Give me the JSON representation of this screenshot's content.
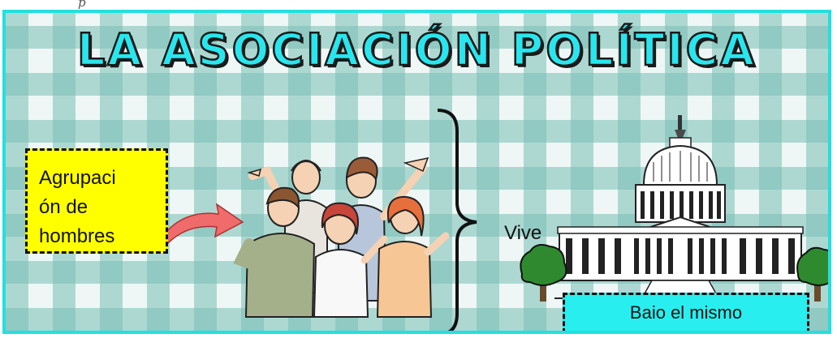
{
  "header": {
    "mark": "p"
  },
  "title": "LA ASOCIACIÓN POLÍTICA",
  "definition_box": {
    "lines": [
      "Agrupaci",
      "ón de",
      "hombres"
    ]
  },
  "connector_text": "Vive",
  "bottom_box": {
    "text": "Baio el mismo"
  },
  "icons": {
    "people": "group-of-people-illustration",
    "arrow": "curved-arrow-icon",
    "brace": "curly-brace",
    "capitol": "capitol-building-illustration",
    "tree": "tree-icon"
  },
  "colors": {
    "frame": "#22e0e0",
    "title_fill": "#29e6ee",
    "definition_box": "#ffff00",
    "bottom_box": "#29eef0",
    "arrow": "#f06b6b"
  }
}
